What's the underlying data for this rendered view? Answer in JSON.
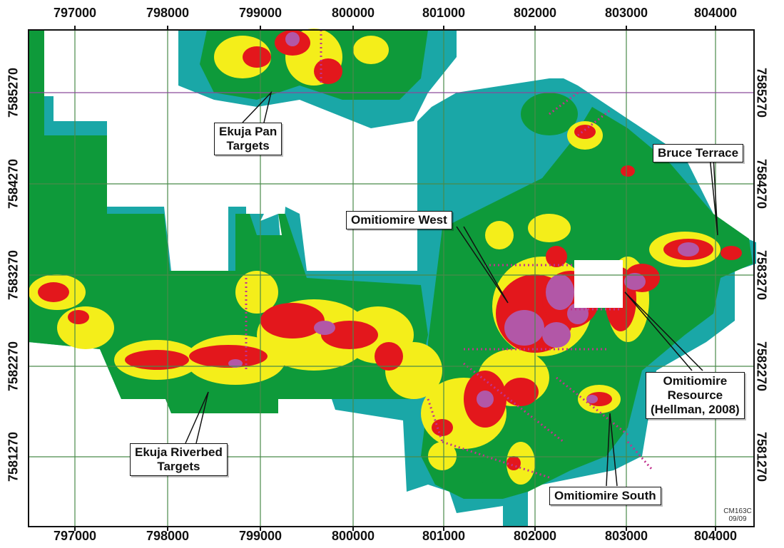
{
  "map": {
    "axes": {
      "x_ticks": [
        "797000",
        "798000",
        "799000",
        "800000",
        "801000",
        "802000",
        "803000",
        "804000"
      ],
      "y_ticks": [
        "7585270",
        "7584270",
        "7583270",
        "7582270",
        "7581270"
      ]
    },
    "labels": {
      "ekuja_pan": [
        "Ekuja Pan",
        "Targets"
      ],
      "bruce_terrace": [
        "Bruce Terrace"
      ],
      "omitiomire_west": [
        "Omitiomire West"
      ],
      "omitiomire_resource": [
        "Omitiomire",
        "Resource",
        "(Hellman, 2008)"
      ],
      "ekuja_riverbed": [
        "Ekuja Riverbed",
        "Targets"
      ],
      "omitiomire_south": [
        "Omitiomire South"
      ]
    },
    "figure_code": [
      "CM163C",
      "09/09"
    ],
    "colors": {
      "low": "#1aa7a7",
      "mid_low": "#0e9a3a",
      "mid": "#f4ee1a",
      "high": "#e3171c",
      "very_high": "#b257a7",
      "grid": "#4a8a4a",
      "traverse": "#c2338f"
    }
  }
}
